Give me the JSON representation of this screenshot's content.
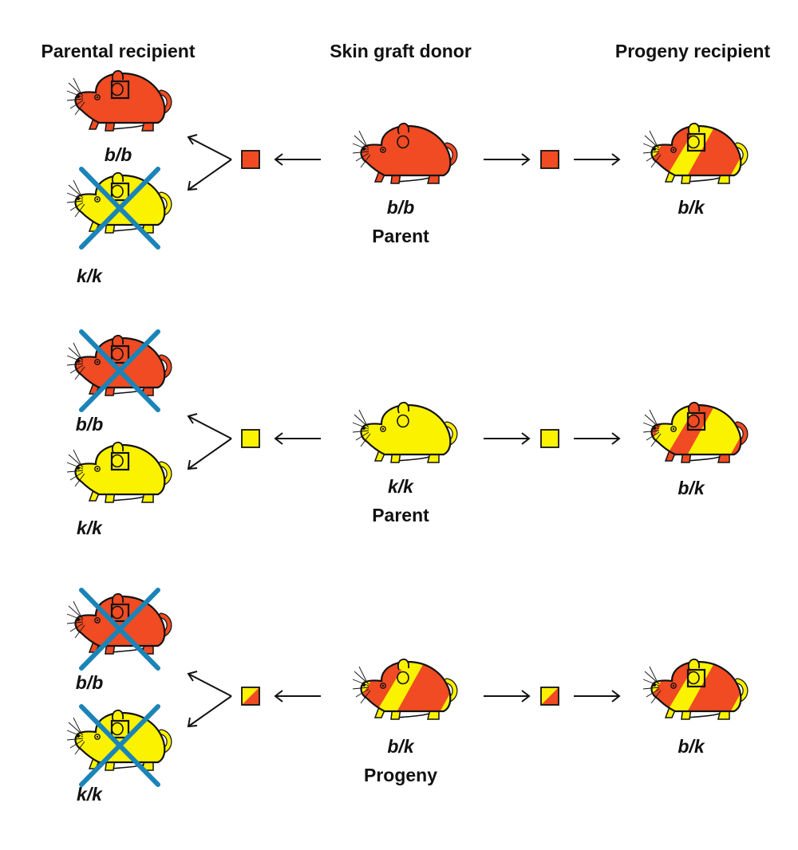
{
  "headers": {
    "left": "Parental recipient",
    "center": "Skin graft donor",
    "right": "Progeny recipient"
  },
  "colors": {
    "b_strain": "#f04b23",
    "k_strain": "#fbf200",
    "rejection_cross": "#1a84b8",
    "outline": "#111111"
  },
  "rows": [
    {
      "donor": {
        "genotype": "b/b",
        "role": "Parent",
        "coat": "b"
      },
      "graft": "b",
      "parental_recipients": [
        {
          "genotype": "b/b",
          "coat": "b",
          "rejected": false
        },
        {
          "genotype": "k/k",
          "coat": "k",
          "rejected": true
        }
      ],
      "progeny_recipient": {
        "genotype": "b/k",
        "coat": "bk_yellow",
        "rejected": false
      }
    },
    {
      "donor": {
        "genotype": "k/k",
        "role": "Parent",
        "coat": "k"
      },
      "graft": "k",
      "parental_recipients": [
        {
          "genotype": "b/b",
          "coat": "b",
          "rejected": true
        },
        {
          "genotype": "k/k",
          "coat": "k",
          "rejected": false
        }
      ],
      "progeny_recipient": {
        "genotype": "b/k",
        "coat": "bk_red",
        "rejected": false
      }
    },
    {
      "donor": {
        "genotype": "b/k",
        "role": "Progeny",
        "coat": "bk_yellow"
      },
      "graft": "bk",
      "parental_recipients": [
        {
          "genotype": "b/b",
          "coat": "b",
          "rejected": true
        },
        {
          "genotype": "k/k",
          "coat": "k",
          "rejected": true
        }
      ],
      "progeny_recipient": {
        "genotype": "b/k",
        "coat": "bk_yellow",
        "rejected": false
      }
    }
  ]
}
